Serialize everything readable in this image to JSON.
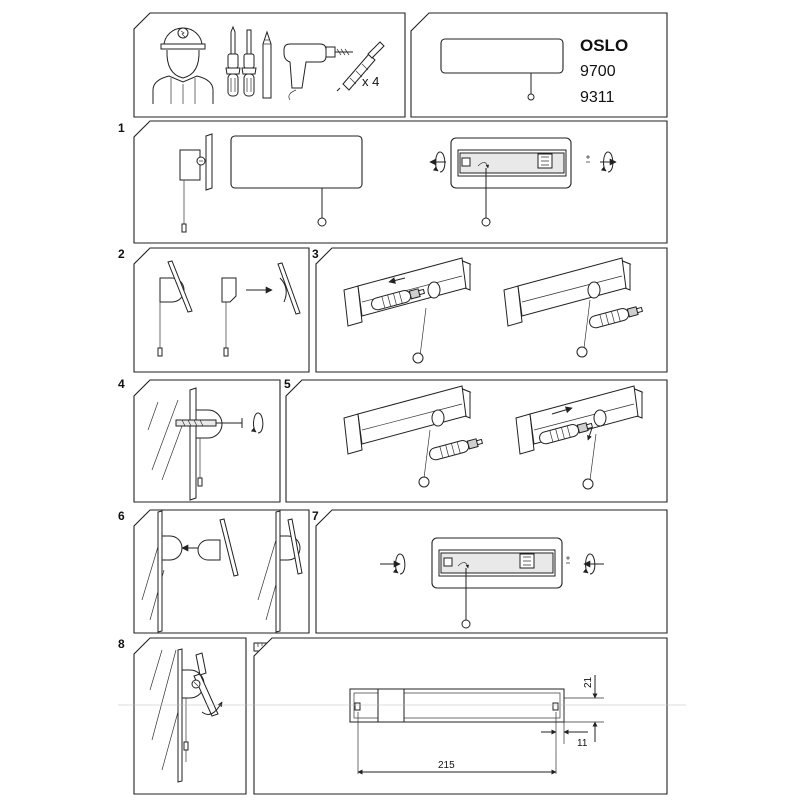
{
  "product": {
    "name": "OSLO",
    "code1": "9700",
    "code2": "9311"
  },
  "tools": {
    "anchor_qty": "x 4"
  },
  "steps": [
    "1",
    "2",
    "3",
    "4",
    "5",
    "6",
    "7",
    "8"
  ],
  "dimensions": {
    "height": "21",
    "offset": "11",
    "width": "215"
  },
  "colors": {
    "line": "#222222",
    "background": "#ffffff"
  },
  "icons": [
    "installer-icon",
    "screwdriver-icon",
    "pencil-icon",
    "drill-icon",
    "wall-plug-icon",
    "rotate-icon",
    "ruler-icon",
    "lamp-tube-icon"
  ]
}
